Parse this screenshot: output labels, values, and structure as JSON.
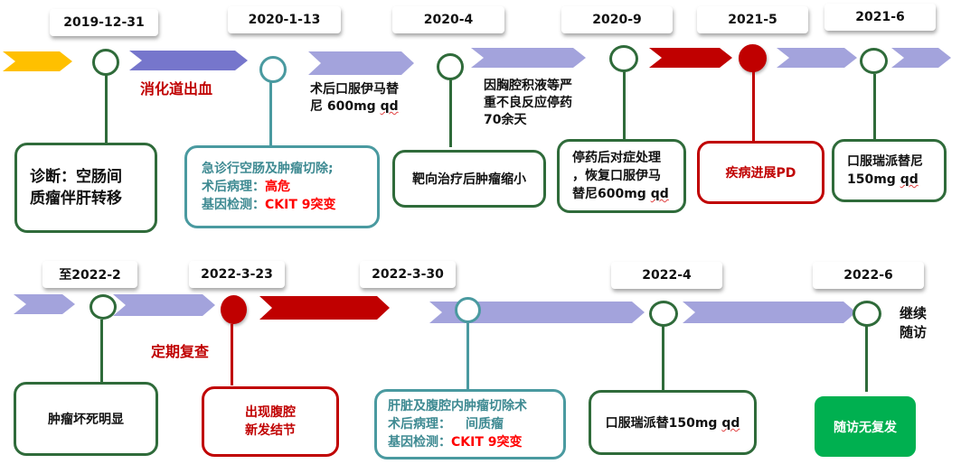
{
  "colors": {
    "green": "#2F6B3A",
    "teal": "#4A9AA0",
    "red": "#C00000",
    "lavender": "#A3A3DC",
    "purple": "#7676CC",
    "yellow": "#FFC000",
    "bright_green": "#00B050",
    "highlight_red": "#FF0000"
  },
  "row1": {
    "dates": [
      "2019-12-31",
      "2020-1-13",
      "2020-4",
      "2020-9",
      "2021-5",
      "2021-6"
    ],
    "notes": {
      "bleeding": "消化道出血",
      "post_op_line1": "术后口服伊马替",
      "post_op_line2_a": "尼 600mg ",
      "post_op_line2_b": "qd",
      "stop_line1": "因胸腔积液等严",
      "stop_line2": "重不良反应停药",
      "stop_line3": "70余天"
    },
    "boxes": {
      "diagnosis_line1": "诊断：空肠间",
      "diagnosis_line2": "质瘤伴肝转移",
      "surgery_line1": "急诊行空肠及肿瘤切除;",
      "surgery_line2_label": "术后病理：",
      "surgery_line2_value": "高危",
      "surgery_line3_label": "基因检测：",
      "surgery_line3_value": "CKIT 9突变",
      "shrink": "靶向治疗后肿瘤缩小",
      "resume_line1": "停药后对症处理",
      "resume_line2": "，恢复口服伊马",
      "resume_line3_a": "替尼600mg ",
      "resume_line3_b": "qd",
      "progression": "疾病进展PD",
      "ripretinib_line1": "口服瑞派替尼",
      "ripretinib_line2_a": "150mg ",
      "ripretinib_line2_b": "qd"
    }
  },
  "row2": {
    "dates": [
      "至2022-2",
      "2022-3-23",
      "2022-3-30",
      "2022-4",
      "2022-6"
    ],
    "notes": {
      "regular_check": "定期复查",
      "continue_line1": "继续",
      "continue_line2": "随访"
    },
    "boxes": {
      "necrosis": "肿瘤坏死明显",
      "nodule_line1": "出现腹腔",
      "nodule_line2": "新发结节",
      "resection_line1": "肝脏及腹腔内肿瘤切除术",
      "resection_line2_label": "术后病理：",
      "resection_line2_value": "间质瘤",
      "resection_line3_label": "基因检测：",
      "resection_line3_value": "CKIT 9突变",
      "ripretinib_a": "口服瑞派替150mg ",
      "ripretinib_b": "qd",
      "no_recurrence": "随访无复发"
    }
  }
}
